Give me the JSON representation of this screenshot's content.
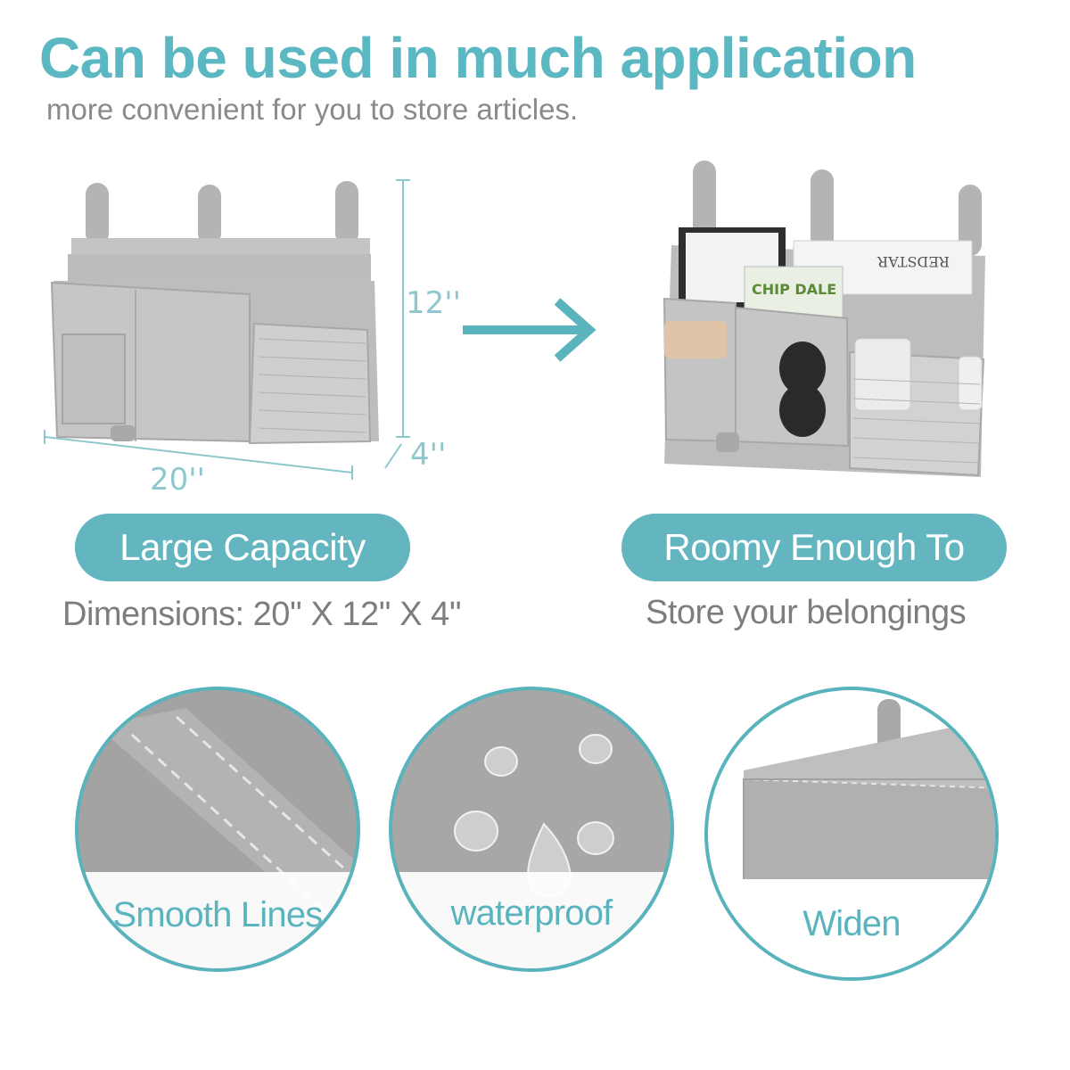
{
  "header": {
    "title": "Can be used in much application",
    "subtitle": "more convenient for you to store articles."
  },
  "dimensions": {
    "height": "12''",
    "depth": "4''",
    "width": "20''"
  },
  "left_panel": {
    "pill_label": "Large Capacity",
    "description": "Dimensions: 20'' X 12'' X 4''"
  },
  "right_panel": {
    "pill_label": "Roomy Enough To",
    "description": "Store your belongings"
  },
  "items_text": {
    "magazine_label": "CHIP DALE",
    "book_label": "REDSTAR"
  },
  "features": [
    {
      "label": "Smooth Lines"
    },
    {
      "label": "waterproof"
    },
    {
      "label": "Widen"
    }
  ],
  "colors": {
    "accent": "#5bb7c1",
    "fabric": "#b8b8b8",
    "text_gray": "#7d7d7d"
  }
}
